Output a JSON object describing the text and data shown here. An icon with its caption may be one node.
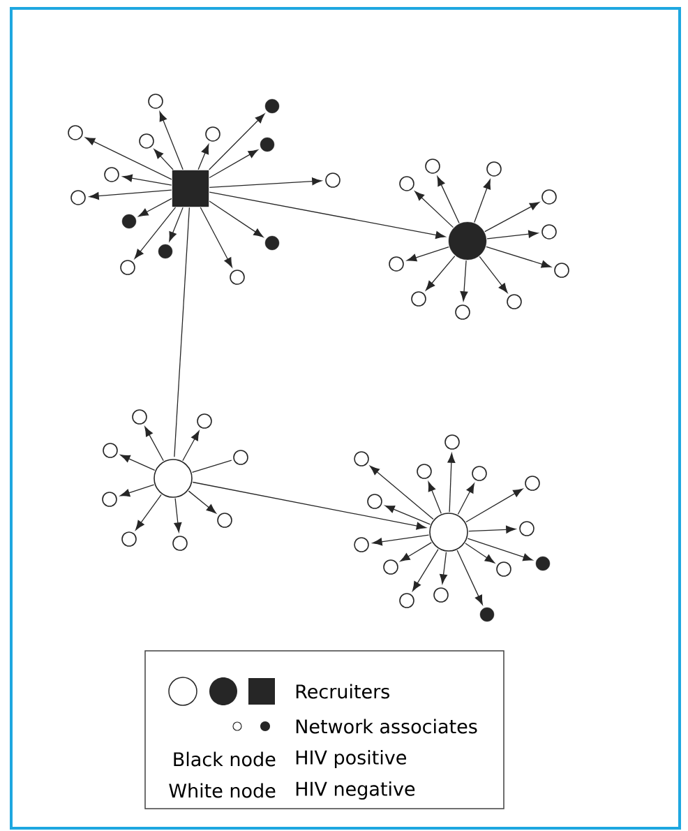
{
  "diagram": {
    "nodes": [
      {
        "text": [],
        "shape": "box"
      },
      {
        "text": [],
        "shape": "circle"
      },
      {
        "text": [],
        "shape": "circle"
      },
      {
        "text": [],
        "shape": "circle"
      },
      {
        "text": [],
        "shape": "circle"
      },
      {
        "text": [],
        "shape": "dot"
      },
      {
        "text": [],
        "shape": "dot"
      },
      {
        "text": [],
        "shape": "circle"
      },
      {
        "text": [],
        "shape": "circle"
      },
      {
        "text": [],
        "shape": "circle"
      },
      {
        "text": [],
        "shape": "dot"
      },
      {
        "text": [],
        "shape": "dot"
      },
      {
        "text": [],
        "shape": "dot"
      },
      {
        "text": [],
        "shape": "circle"
      },
      {
        "text": [],
        "shape": "circle"
      },
      {
        "text": [],
        "shape": "dot"
      },
      {
        "text": [],
        "shape": "circle"
      },
      {
        "text": [],
        "shape": "circle"
      },
      {
        "text": [],
        "shape": "circle"
      },
      {
        "text": [],
        "shape": "circle"
      },
      {
        "text": [],
        "shape": "circle"
      },
      {
        "text": [],
        "shape": "circle"
      },
      {
        "text": [],
        "shape": "circle"
      },
      {
        "text": [],
        "shape": "circle"
      },
      {
        "text": [],
        "shape": "circle"
      },
      {
        "text": [],
        "shape": "circle"
      },
      {
        "text": [],
        "shape": "circle"
      },
      {
        "text": [],
        "shape": "circle"
      },
      {
        "text": [],
        "shape": "circle"
      },
      {
        "text": [],
        "shape": "circle"
      },
      {
        "text": [],
        "shape": "circle"
      },
      {
        "text": [],
        "shape": "circle"
      },
      {
        "text": [],
        "shape": "circle"
      },
      {
        "text": [],
        "shape": "circle"
      },
      {
        "text": [],
        "shape": "circle"
      },
      {
        "text": [],
        "shape": "circle"
      },
      {
        "text": [],
        "shape": "circle"
      },
      {
        "text": [],
        "shape": "circle"
      },
      {
        "text": [],
        "shape": "circle"
      },
      {
        "text": [],
        "shape": "circle"
      },
      {
        "text": [],
        "shape": "circle"
      },
      {
        "text": [],
        "shape": "circle"
      },
      {
        "text": [],
        "shape": "circle"
      },
      {
        "text": [],
        "shape": "circle"
      },
      {
        "text": [],
        "shape": "circle"
      },
      {
        "text": [],
        "shape": "circle"
      },
      {
        "text": [],
        "shape": "dot"
      },
      {
        "text": [],
        "shape": "circle"
      },
      {
        "text": [],
        "shape": "circle"
      },
      {
        "text": [],
        "shape": "dot"
      }
    ],
    "edges": [
      {
        "from": 0,
        "to": 1,
        "arrow": "to"
      },
      {
        "from": 0,
        "to": 2,
        "arrow": "to"
      },
      {
        "from": 0,
        "to": 3,
        "arrow": "to"
      },
      {
        "from": 0,
        "to": 4,
        "arrow": "to"
      },
      {
        "from": 0,
        "to": 5,
        "arrow": "to"
      },
      {
        "from": 0,
        "to": 6,
        "arrow": "to"
      },
      {
        "from": 0,
        "to": 7,
        "arrow": "to"
      },
      {
        "from": 0,
        "to": 8,
        "arrow": "to"
      },
      {
        "from": 0,
        "to": 9,
        "arrow": "to"
      },
      {
        "from": 0,
        "to": 10,
        "arrow": "to"
      },
      {
        "from": 0,
        "to": 11,
        "arrow": "to"
      },
      {
        "from": 0,
        "to": 12,
        "arrow": "to"
      },
      {
        "from": 0,
        "to": 13,
        "arrow": "to"
      },
      {
        "from": 0,
        "to": 14,
        "arrow": "to"
      },
      {
        "from": 0,
        "to": 15,
        "arrow": "to"
      },
      {
        "from": 15,
        "to": 16,
        "arrow": "to"
      },
      {
        "from": 15,
        "to": 17,
        "arrow": "to"
      },
      {
        "from": 15,
        "to": 18,
        "arrow": "to"
      },
      {
        "from": 15,
        "to": 19,
        "arrow": "to"
      },
      {
        "from": 15,
        "to": 20,
        "arrow": "to"
      },
      {
        "from": 15,
        "to": 21,
        "arrow": "to"
      },
      {
        "from": 15,
        "to": 22,
        "arrow": "to"
      },
      {
        "from": 15,
        "to": 23,
        "arrow": "to"
      },
      {
        "from": 15,
        "to": 24,
        "arrow": "to"
      },
      {
        "from": 15,
        "to": 25,
        "arrow": "to"
      },
      {
        "from": 0,
        "to": 26,
        "arrow": "none"
      },
      {
        "from": 26,
        "to": 27,
        "arrow": "to"
      },
      {
        "from": 26,
        "to": 28,
        "arrow": "to"
      },
      {
        "from": 26,
        "to": 29,
        "arrow": "to"
      },
      {
        "from": 26,
        "to": 30,
        "arrow": "none"
      },
      {
        "from": 26,
        "to": 31,
        "arrow": "to"
      },
      {
        "from": 26,
        "to": 32,
        "arrow": "to"
      },
      {
        "from": 26,
        "to": 33,
        "arrow": "to"
      },
      {
        "from": 26,
        "to": 34,
        "arrow": "to"
      },
      {
        "from": 26,
        "to": 35,
        "arrow": "to"
      },
      {
        "from": 35,
        "to": 36,
        "arrow": "to"
      },
      {
        "from": 35,
        "to": 37,
        "arrow": "to"
      },
      {
        "from": 35,
        "to": 38,
        "arrow": "to"
      },
      {
        "from": 35,
        "to": 39,
        "arrow": "to"
      },
      {
        "from": 35,
        "to": 40,
        "arrow": "to"
      },
      {
        "from": 35,
        "to": 41,
        "arrow": "to"
      },
      {
        "from": 35,
        "to": 42,
        "arrow": "to"
      },
      {
        "from": 35,
        "to": 43,
        "arrow": "to"
      },
      {
        "from": 35,
        "to": 44,
        "arrow": "to"
      },
      {
        "from": 35,
        "to": 45,
        "arrow": "to"
      },
      {
        "from": 35,
        "to": 46,
        "arrow": "to"
      },
      {
        "from": 35,
        "to": 47,
        "arrow": "to"
      },
      {
        "from": 35,
        "to": 48,
        "arrow": "to"
      },
      {
        "from": 35,
        "to": 49,
        "arrow": "to"
      }
    ],
    "labels": [
      "Black node",
      "HIV positive",
      "White node",
      "HIV negative"
    ],
    "legend": [
      {
        "text": "Recruiters"
      },
      {
        "text": "Network associates"
      }
    ]
  }
}
